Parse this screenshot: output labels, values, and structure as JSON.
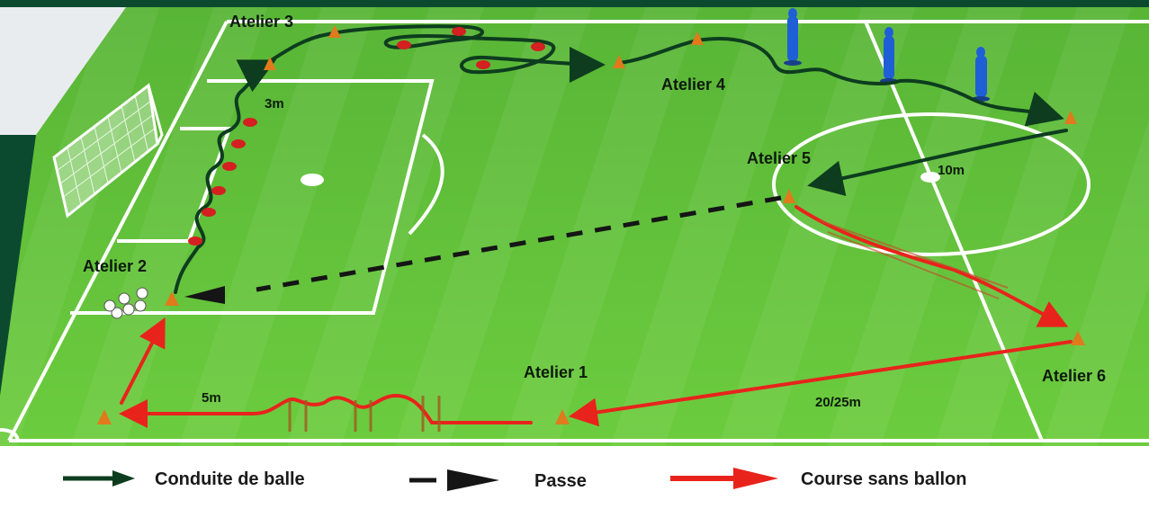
{
  "diagram": {
    "stations": {
      "atelier1": "Atelier 1",
      "atelier2": "Atelier 2",
      "atelier3": "Atelier 3",
      "atelier4": "Atelier 4",
      "atelier5": "Atelier 5",
      "atelier6": "Atelier 6"
    },
    "distances": {
      "d3m": "3m",
      "d10m": "10m",
      "d5m": "5m",
      "d2025m": "20/25m"
    },
    "legend": {
      "dribble": "Conduite de balle",
      "pass": "Passe",
      "run": "Course sans ballon"
    },
    "colors": {
      "pitch_light": "#5fc23a",
      "pitch_dark": "#3fa026",
      "line": "#ffffff",
      "dribble": "#0d3d1e",
      "pass": "#151515",
      "run": "#e8231c",
      "cone": "#e07a1c",
      "mannequin": "#1f5fd6",
      "legend_bg": "#ffffff"
    }
  }
}
